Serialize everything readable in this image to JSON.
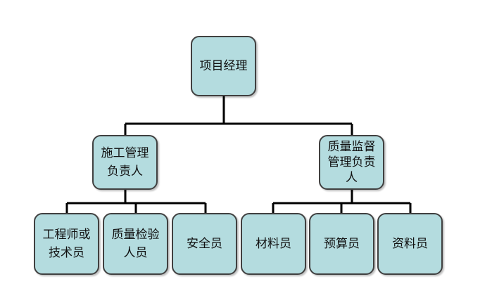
{
  "nodes": {
    "manager": "项目经理",
    "construction": "施工管理\n负责人",
    "quality_supervision": "质量监督\n管理负责\n人",
    "engineer": "工程师或\n技术员",
    "inspector": "质量检验\n人员",
    "safety": "安全员",
    "materials": "材料员",
    "budget": "预算员",
    "documents": "资料员"
  },
  "colors": {
    "box_fill": "#b4dcdf",
    "box_border": "#404040",
    "connector": "#000000"
  }
}
